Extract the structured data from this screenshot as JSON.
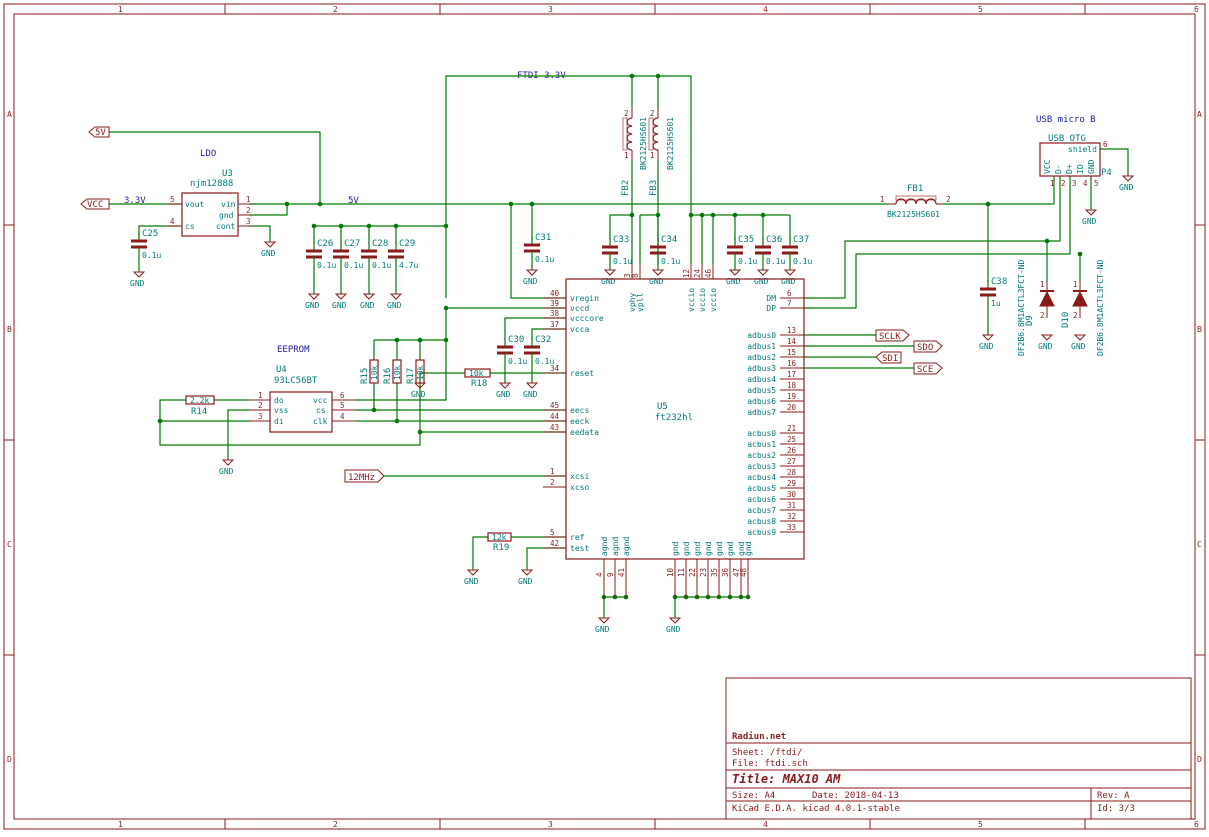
{
  "frame": {
    "columns": [
      "1",
      "2",
      "3",
      "4",
      "5",
      "6"
    ],
    "rows": [
      "A",
      "B",
      "C",
      "D"
    ]
  },
  "notes": {
    "ldo": "LDO",
    "eeprom": "EEPROM",
    "usb": "USB micro B"
  },
  "nets": {
    "ftdi33": "FTDI 3.3V",
    "v33": "3.3V",
    "v5": "5V"
  },
  "global_labels": {
    "v5": "5V",
    "vcc": "VCC",
    "clk": "12MHz",
    "sclk": "SCLK",
    "sdo": "SDO",
    "sdi": "SDI",
    "sce": "SCE"
  },
  "gnd_label": "GND",
  "components": {
    "u3": {
      "ref": "U3",
      "value": "njm12888",
      "pins": {
        "vout": "vout",
        "gnd": "gnd",
        "vin": "vin",
        "cs": "cs",
        "cont": "cont"
      },
      "pin_numbers": [
        "5",
        "4",
        "1",
        "2",
        "3"
      ]
    },
    "u4": {
      "ref": "U4",
      "value": "93LC56BT",
      "pins": [
        "do",
        "vss",
        "di",
        "vcc",
        "cs",
        "clk"
      ],
      "pin_numbers": [
        "1",
        "2",
        "3",
        "6",
        "5",
        "4"
      ]
    },
    "u5": {
      "ref": "U5",
      "value": "ft232hl"
    },
    "c25": {
      "ref": "C25",
      "value": "0.1u"
    },
    "c26": {
      "ref": "C26",
      "value": "0.1u"
    },
    "c27": {
      "ref": "C27",
      "value": "0.1u"
    },
    "c28": {
      "ref": "C28",
      "value": "0.1u"
    },
    "c29": {
      "ref": "C29",
      "value": "4.7u"
    },
    "c30": {
      "ref": "C30",
      "value": "0.1u"
    },
    "c31": {
      "ref": "C31",
      "value": "0.1u"
    },
    "c32": {
      "ref": "C32",
      "value": "0.1u"
    },
    "c33": {
      "ref": "C33",
      "value": "0.1u"
    },
    "c34": {
      "ref": "C34",
      "value": "0.1u"
    },
    "c35": {
      "ref": "C35",
      "value": "0.1u"
    },
    "c36": {
      "ref": "C36",
      "value": "0.1u"
    },
    "c37": {
      "ref": "C37",
      "value": "0.1u"
    },
    "c38": {
      "ref": "C38",
      "value": "1u"
    },
    "r14": {
      "ref": "R14",
      "value": "2.2k"
    },
    "r15": {
      "ref": "R15",
      "value": "10k"
    },
    "r16": {
      "ref": "R16",
      "value": "10k"
    },
    "r17": {
      "ref": "R17",
      "value": "10k"
    },
    "r18": {
      "ref": "R18",
      "value": "10k"
    },
    "r19": {
      "ref": "R19",
      "value": "12k"
    },
    "fb1": {
      "ref": "FB1",
      "value": "BK2125HS601"
    },
    "fb2": {
      "ref": "FB2",
      "value": "BK2125HS601"
    },
    "fb3": {
      "ref": "FB3",
      "value": "BK2125HS601"
    },
    "d9": {
      "ref": "D9",
      "value": "DF2B6.8M1ACTL3FCT-ND"
    },
    "d10": {
      "ref": "D10",
      "value": "DF2B6.8M1ACTL3FCT-ND"
    },
    "p4": {
      "ref": "P4",
      "value": "USB_OTG",
      "pins": [
        "VCC",
        "D-",
        "D+",
        "ID",
        "GND"
      ],
      "shield": "shield",
      "pin_numbers": [
        "1",
        "2",
        "3",
        "4",
        "5",
        "6"
      ]
    }
  },
  "u5_left_pins": [
    {
      "num": "40",
      "name": "vregin"
    },
    {
      "num": "39",
      "name": "vccd"
    },
    {
      "num": "38",
      "name": "vcccore"
    },
    {
      "num": "37",
      "name": "vcca"
    },
    {
      "num": "34",
      "name": "reset"
    },
    {
      "num": "45",
      "name": "eecs"
    },
    {
      "num": "44",
      "name": "eeck"
    },
    {
      "num": "43",
      "name": "eedata"
    },
    {
      "num": "1",
      "name": "xcsi"
    },
    {
      "num": "2",
      "name": "xcso"
    },
    {
      "num": "5",
      "name": "ref"
    },
    {
      "num": "42",
      "name": "test"
    }
  ],
  "u5_right_pins": [
    {
      "num": "6",
      "name": "DM"
    },
    {
      "num": "7",
      "name": "DP"
    },
    {
      "num": "13",
      "name": "adbus0"
    },
    {
      "num": "14",
      "name": "adbus1"
    },
    {
      "num": "15",
      "name": "adbus2"
    },
    {
      "num": "16",
      "name": "adbus3"
    },
    {
      "num": "17",
      "name": "adbus4"
    },
    {
      "num": "18",
      "name": "adbus5"
    },
    {
      "num": "19",
      "name": "adbus6"
    },
    {
      "num": "20",
      "name": "adbus7"
    },
    {
      "num": "21",
      "name": "acbus0"
    },
    {
      "num": "25",
      "name": "acbus1"
    },
    {
      "num": "26",
      "name": "acbus2"
    },
    {
      "num": "27",
      "name": "acbus3"
    },
    {
      "num": "28",
      "name": "acbus4"
    },
    {
      "num": "29",
      "name": "acbus5"
    },
    {
      "num": "30",
      "name": "acbus6"
    },
    {
      "num": "31",
      "name": "acbus7"
    },
    {
      "num": "32",
      "name": "acbus8"
    },
    {
      "num": "33",
      "name": "acbus9"
    }
  ],
  "u5_top_pins": [
    {
      "num": "3",
      "name": "vphy"
    },
    {
      "num": "8",
      "name": "vpll"
    },
    {
      "num": "12",
      "name": "vccio"
    },
    {
      "num": "24",
      "name": "vccio"
    },
    {
      "num": "46",
      "name": "vccio"
    }
  ],
  "u5_bottom_pins": [
    {
      "num": "4",
      "name": "agnd"
    },
    {
      "num": "9",
      "name": "agnd"
    },
    {
      "num": "41",
      "name": "agnd"
    },
    {
      "num": "10",
      "name": "gnd"
    },
    {
      "num": "11",
      "name": "gnd"
    },
    {
      "num": "22",
      "name": "gnd"
    },
    {
      "num": "23",
      "name": "gnd"
    },
    {
      "num": "35",
      "name": "gnd"
    },
    {
      "num": "36",
      "name": "gnd"
    },
    {
      "num": "47",
      "name": "gnd"
    },
    {
      "num": "48",
      "name": "gnd"
    }
  ],
  "title_block": {
    "company": "Radiun.net",
    "sheet": "Sheet: /ftdi/",
    "file": "File: ftdi.sch",
    "title": "Title:  MAX10 AM",
    "size": "Size: A4",
    "date": "Date: 2018-04-13",
    "rev": "Rev: A",
    "tool": "KiCad E.D.A.  kicad 4.0.1-stable",
    "id": "Id: 3/3"
  }
}
